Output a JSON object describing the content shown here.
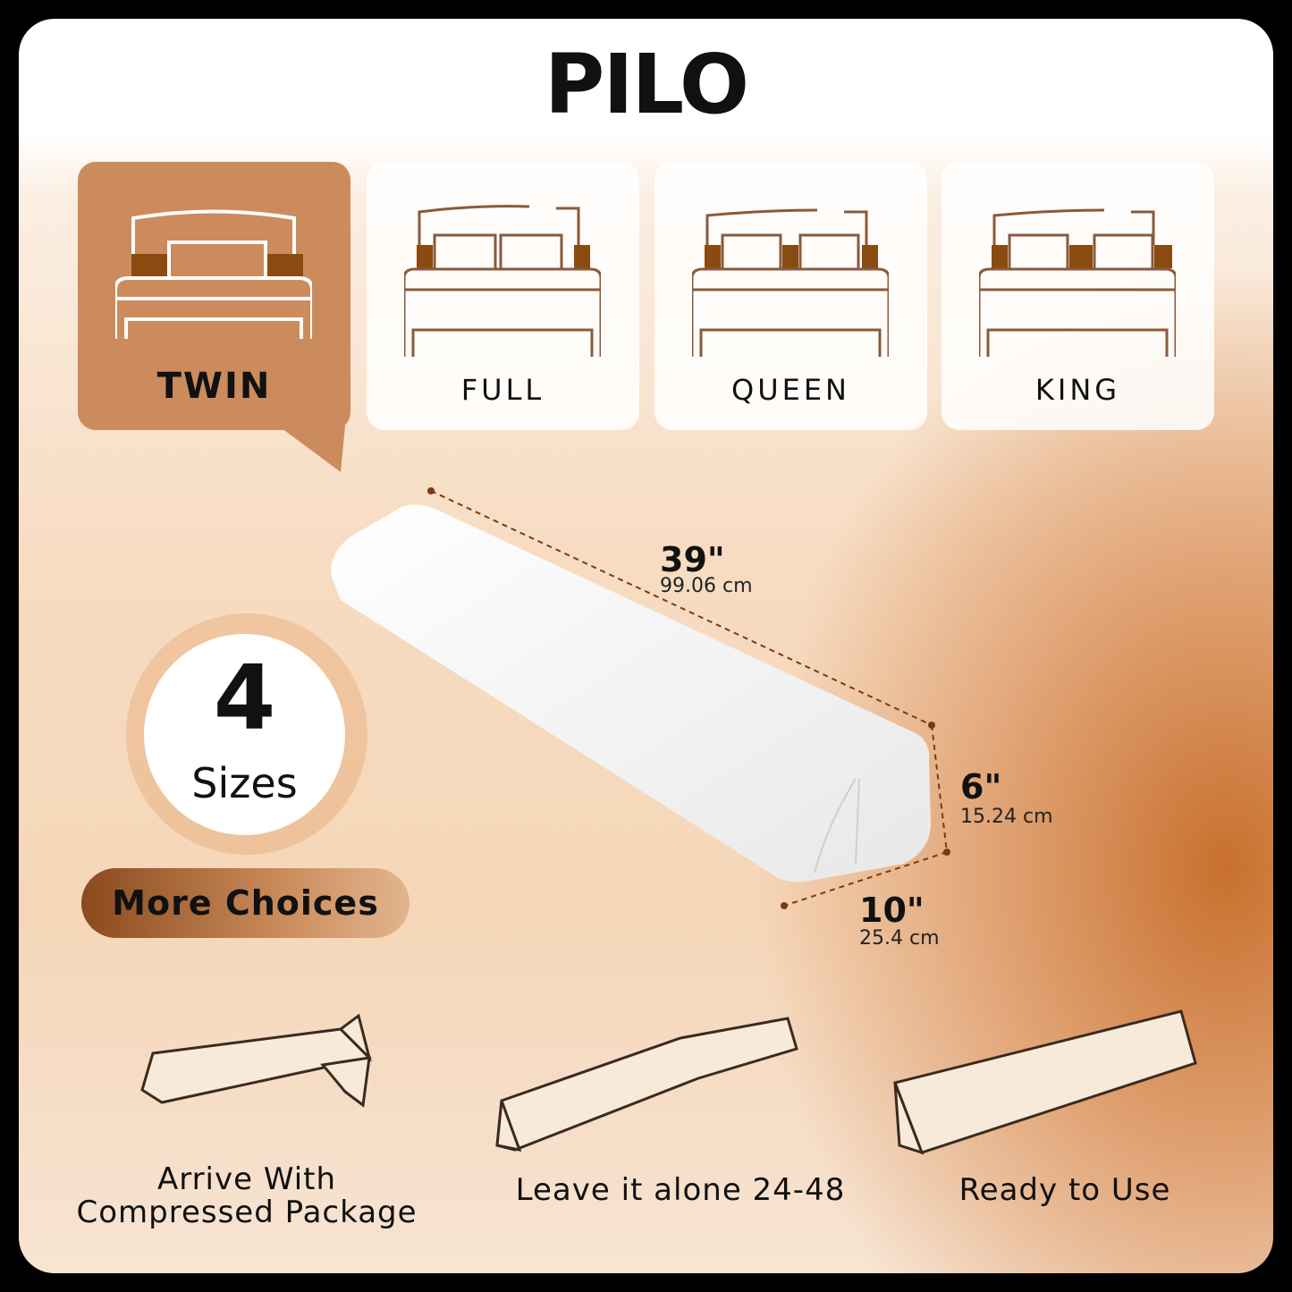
{
  "brand": "PILO",
  "sizes": [
    {
      "label": "TWIN",
      "selected": true
    },
    {
      "label": "FULL",
      "selected": false
    },
    {
      "label": "QUEEN",
      "selected": false
    },
    {
      "label": "KING",
      "selected": false
    }
  ],
  "badge": {
    "number": "4",
    "label": "Sizes"
  },
  "more_choices": "More Choices",
  "dimensions": {
    "length": {
      "in": "39\"",
      "cm": "99.06 cm"
    },
    "height": {
      "in": "6\"",
      "cm": "15.24 cm"
    },
    "width": {
      "in": "10\"",
      "cm": "25.4 cm"
    }
  },
  "steps": [
    {
      "label": "Arrive With Compressed Package"
    },
    {
      "label": "Leave it alone 24-48"
    },
    {
      "label": "Ready to Use"
    }
  ],
  "colors": {
    "accent": "#cc8b5c",
    "dark_brown": "#8a4a1e",
    "bed_block": "#8a4b10"
  }
}
